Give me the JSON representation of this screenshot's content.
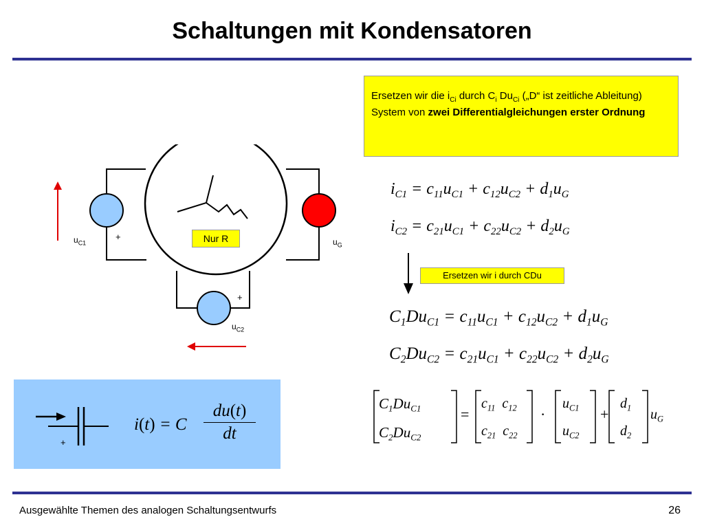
{
  "slide": {
    "title": "Schaltungen mit Kondensatoren",
    "page_number": "26",
    "footer": "Ausgewählte Themen des analogen Schaltungsentwurfs"
  },
  "yellow_box": {
    "line1_prefix": "Ersetzen wir die i",
    "line1_sub1": "Ci",
    "line1_mid": " durch C",
    "line1_sub2": "i",
    "line1_du": " Du",
    "line1_sub3": "Ci",
    "line1_suffix": " („D“ ist zeitliche Ableitung)",
    "line2_prefix": "System von ",
    "line2_bold": "zwei Differentialgleichungen erster Ordnung"
  },
  "circuit": {
    "label_nur_r": "Nur R",
    "u_c1_main": "u",
    "u_c1_sub": "C1",
    "u_g_main": "u",
    "u_g_sub": "G",
    "u_c2_main": "u",
    "u_c2_sub": "C2",
    "plus_c1": "+",
    "plus_c2": "+",
    "colors": {
      "source_blue": "#99ccff",
      "source_red": "#ff0000",
      "arrow_red": "#e00000"
    }
  },
  "replace_label": "Ersetzen wir i durch CDu",
  "capacitor_box": {
    "plus": "+"
  },
  "colors": {
    "title_rule": "#2e3192",
    "highlight": "#ffff00",
    "cap_box": "#99ccff"
  }
}
